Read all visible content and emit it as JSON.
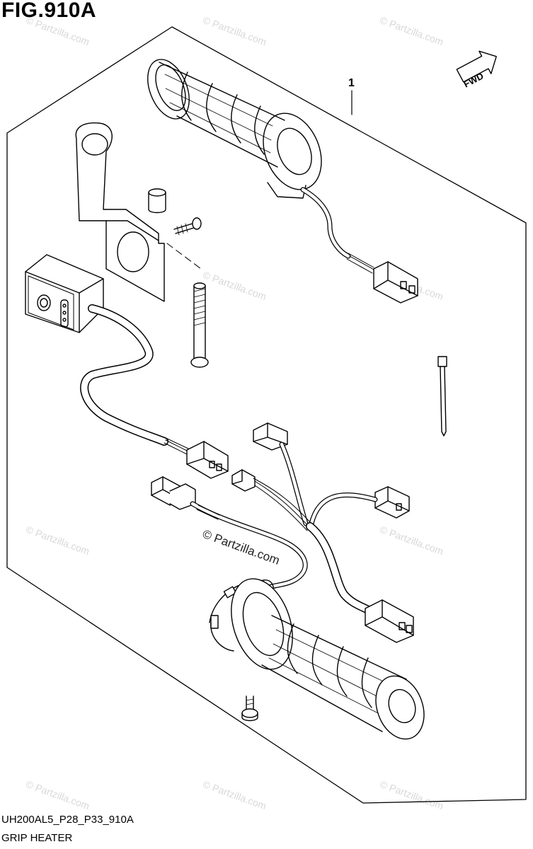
{
  "figure": {
    "title": "FIG.910A"
  },
  "callouts": [
    {
      "number": "1"
    }
  ],
  "direction_badge": {
    "label": "FWD"
  },
  "watermark": {
    "text": "© Partzilla.com"
  },
  "footer": {
    "code": "UH200AL5_P28_P33_910A",
    "caption": "GRIP HEATER"
  },
  "colors": {
    "line": "#000000",
    "watermark": "#d8d8d8",
    "background": "#ffffff"
  },
  "icons": [
    "fwd-arrow-icon"
  ]
}
